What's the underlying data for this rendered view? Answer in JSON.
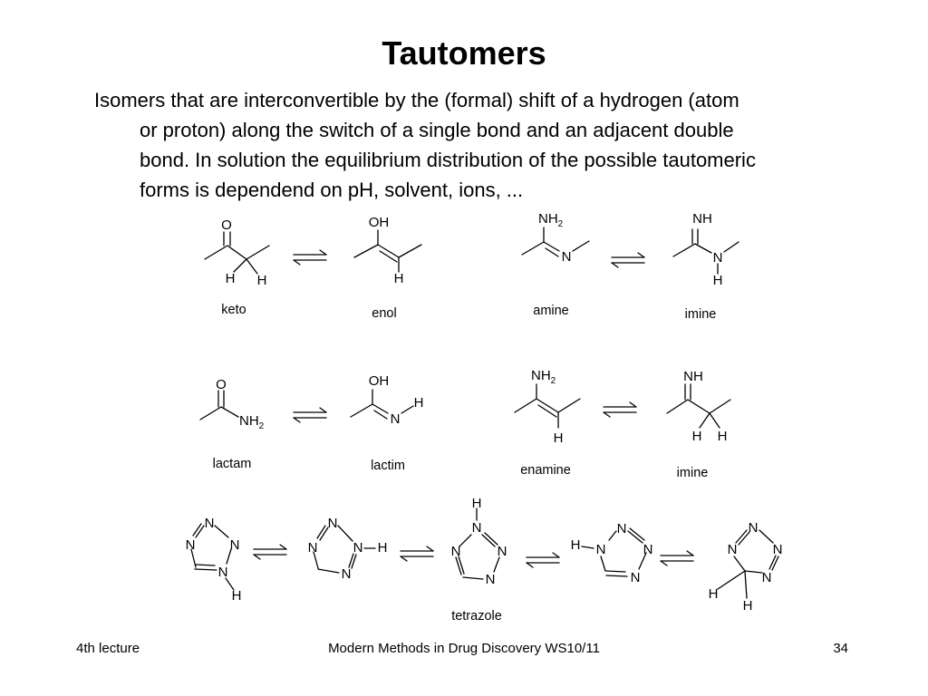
{
  "slide": {
    "title": "Tautomers",
    "body_lines": [
      "Isomers that are interconvertible by the (formal) shift of a hydrogen (atom",
      "or proton) along the switch of a single bond and an adjacent double",
      "bond. In solution the equilibrium distribution of the possible tautomeric",
      "forms is dependend on pH, solvent, ions, ..."
    ]
  },
  "molecules": {
    "keto": "keto",
    "enol": "enol",
    "amine": "amine",
    "imine_1": "imine",
    "lactam": "lactam",
    "lactim": "lactim",
    "enamine": "enamine",
    "imine_2": "imine",
    "tetrazole": "tetrazole"
  },
  "atoms": {
    "O": "O",
    "OH": "OH",
    "H": "H",
    "N": "N",
    "NH": "NH",
    "NH2_main": "NH",
    "NH2_sub": "2"
  },
  "footer": {
    "left": "4th lecture",
    "center": "Modern Methods in Drug Discovery WS10/11",
    "right": "34"
  }
}
